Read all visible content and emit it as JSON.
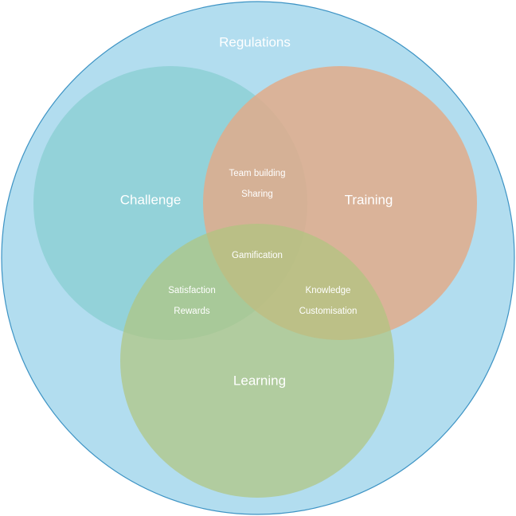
{
  "diagram": {
    "type": "venn",
    "outer": {
      "label": "Regulations",
      "color": "#b2ddef",
      "stroke": "#3d93c4"
    },
    "sets": [
      {
        "id": "challenge",
        "label": "Challenge",
        "color": "#8fd0d6"
      },
      {
        "id": "training",
        "label": "Training",
        "color": "#deae90"
      },
      {
        "id": "learning",
        "label": "Learning",
        "color": "#adc786"
      }
    ],
    "intersections": {
      "challenge_training": [
        "Team building",
        "Sharing"
      ],
      "all": [
        "Gamification"
      ],
      "challenge_learning": [
        "Satisfaction",
        "Rewards"
      ],
      "training_learning": [
        "Knowledge",
        "Customisation"
      ]
    }
  }
}
